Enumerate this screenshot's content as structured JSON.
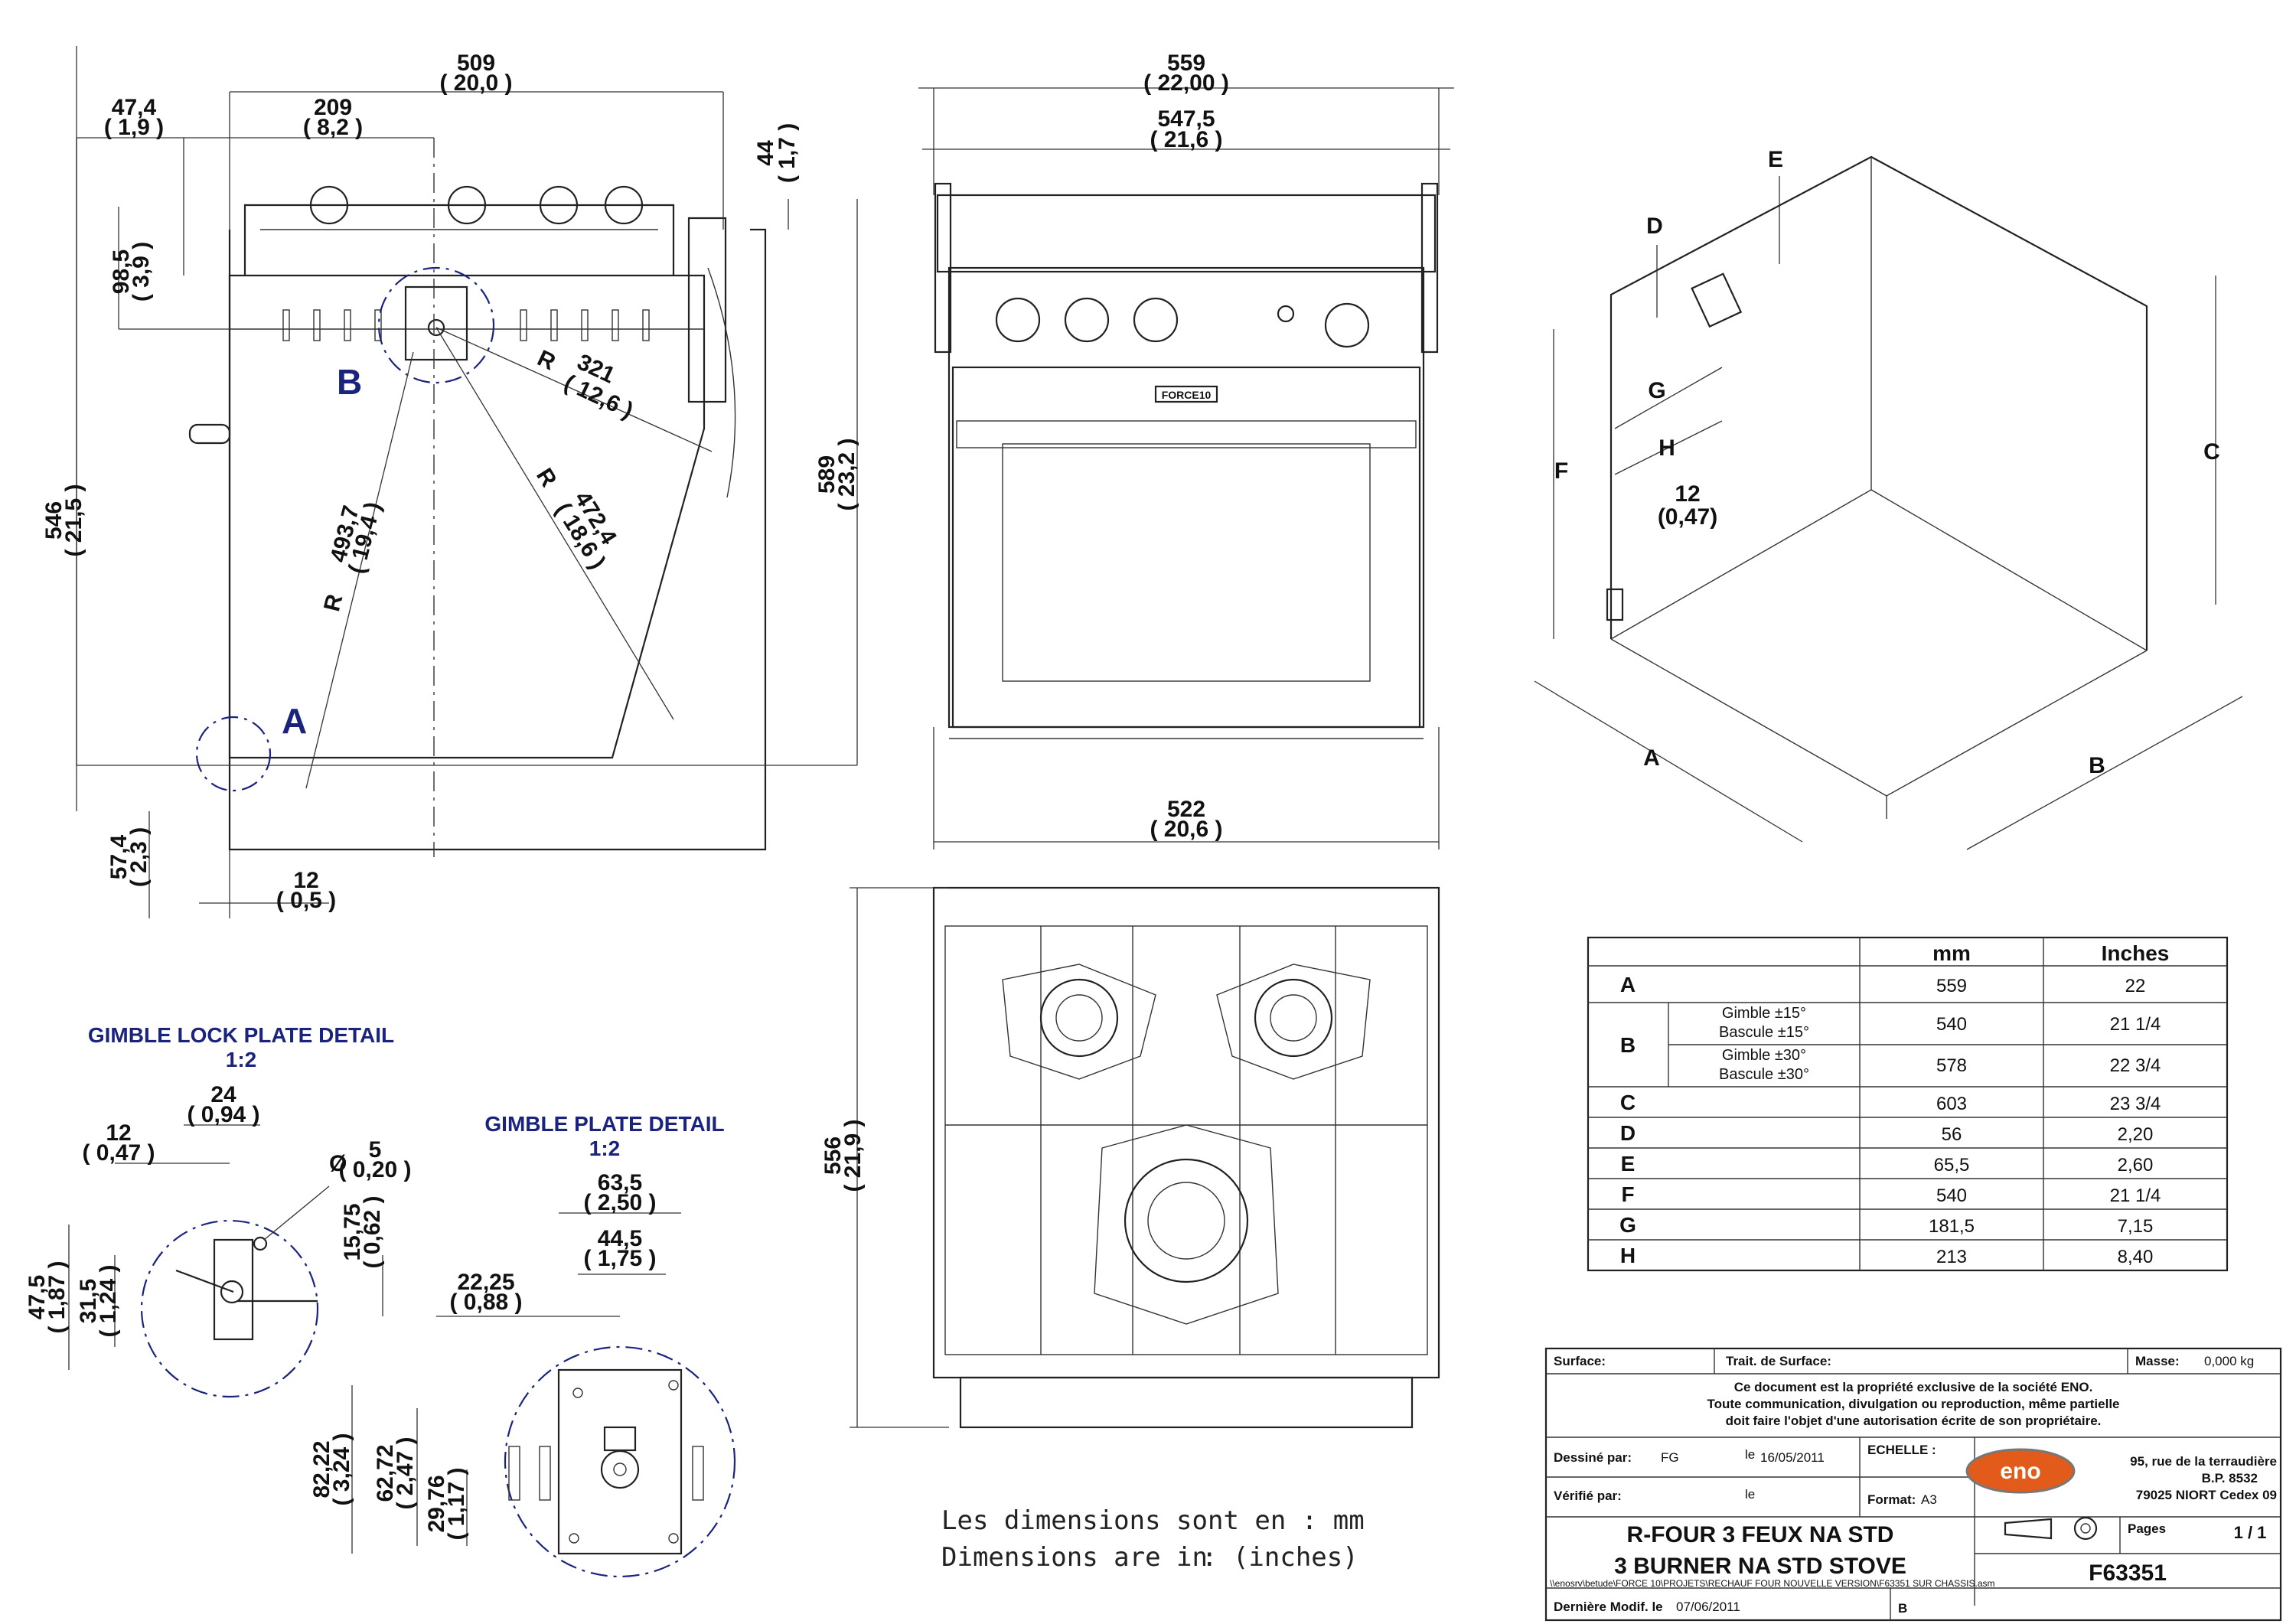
{
  "side_view": {
    "dims": {
      "overall_w": "509",
      "overall_w_in": "( 20,0 )",
      "left_off": "47,4",
      "left_off_in": "( 1,9 )",
      "mid_w": "209",
      "mid_w_in": "( 8,2 )",
      "top_h": "44",
      "top_h_in": "( 1,7 )",
      "pivot_h": "98,5",
      "pivot_h_in": "( 3,9 )",
      "total_h": "546",
      "total_h_in": "( 21,5 )",
      "right_h": "589",
      "right_h_in": "( 23,2 )",
      "bottom_h": "57,4",
      "bottom_h_in": "( 2,3 )",
      "bottom_w": "12",
      "bottom_w_in": "( 0,5 )",
      "r1": "R",
      "r1_val": "321",
      "r1_in": "( 12,6 )",
      "r2": "R",
      "r2_val": "472,4",
      "r2_in": "( 18,6 )",
      "r3": "R",
      "r3_val": "493,7",
      "r3_in": "( 19,4 )"
    },
    "marker_a": "A",
    "marker_b": "B"
  },
  "front_view": {
    "w_top": "559",
    "w_top_in": "( 22,00 )",
    "w_mid": "547,5",
    "w_mid_in": "( 21,6 )",
    "w_bot": "522",
    "w_bot_in": "( 20,6 )",
    "brand": "FORCE10"
  },
  "top_view": {
    "depth": "556",
    "depth_in": "( 21,9 )"
  },
  "iso": {
    "labels": [
      "E",
      "D",
      "G",
      "H",
      "F",
      "C",
      "A",
      "B"
    ],
    "gap_val": "12",
    "gap_in": "(0,47)"
  },
  "lock_detail": {
    "title": "GIMBLE LOCK PLATE DETAIL",
    "scale": "1:2",
    "d1": "24",
    "d1_in": "( 0,94 )",
    "d2": "12",
    "d2_in": "( 0,47 )",
    "d3_sym": "Ø",
    "d3": "5",
    "d3_in": "( 0,20 )",
    "d4": "15,75",
    "d4_in": "( 0,62 )",
    "d5": "47,5",
    "d5_in": "( 1,87 )",
    "d6": "31,5",
    "d6_in": "( 1,24 )"
  },
  "plate_detail": {
    "title": "GIMBLE PLATE DETAIL",
    "scale": "1:2",
    "d1": "63,5",
    "d1_in": "( 2,50 )",
    "d2": "44,5",
    "d2_in": "( 1,75 )",
    "d3": "22,25",
    "d3_in": "( 0,88 )",
    "d4": "82,22",
    "d4_in": "( 3,24 )",
    "d5": "62,72",
    "d5_in": "( 2,47 )",
    "d6": "29,76",
    "d6_in": "( 1,17 )"
  },
  "units_note": {
    "line1": "Les dimensions sont en : mm",
    "line2": "Dimensions are in",
    "line2_unit": ": (inches)"
  },
  "dim_table": {
    "headers": [
      "",
      "mm",
      "Inches"
    ],
    "rows": [
      {
        "key": "A",
        "sub": "",
        "mm": "559",
        "in": "22"
      },
      {
        "key": "B",
        "sub": "Gimble ±15° Bascule ±15°",
        "mm": "540",
        "in": "21 1/4"
      },
      {
        "key": "",
        "sub": "Gimble ±30° Bascule ±30°",
        "mm": "578",
        "in": "22 3/4"
      },
      {
        "key": "C",
        "sub": "",
        "mm": "603",
        "in": "23 3/4"
      },
      {
        "key": "D",
        "sub": "",
        "mm": "56",
        "in": "2,20"
      },
      {
        "key": "E",
        "sub": "",
        "mm": "65,5",
        "in": "2,60"
      },
      {
        "key": "F",
        "sub": "",
        "mm": "540",
        "in": "21 1/4"
      },
      {
        "key": "G",
        "sub": "",
        "mm": "181,5",
        "in": "7,15"
      },
      {
        "key": "H",
        "sub": "",
        "mm": "213",
        "in": "8,40"
      }
    ],
    "sub_b1_l1": "Gimble ±15°",
    "sub_b1_l2": "Bascule ±15°",
    "sub_b2_l1": "Gimble ±30°",
    "sub_b2_l2": "Bascule ±30°"
  },
  "title_block": {
    "surface": "Surface:",
    "trait": "Trait. de Surface:",
    "masse_lbl": "Masse:",
    "masse_val": "0,000 kg",
    "notice1": "Ce document est la propriété exclusive de la société ENO.",
    "notice2": "Toute communication, divulgation ou reproduction, même partielle",
    "notice3": "doit faire l'objet d'une autorisation écrite de son propriétaire.",
    "dessine_lbl": "Dessiné par:",
    "dessine_val": "FG",
    "le1_lbl": "le",
    "le1_val": "16/05/2011",
    "echelle_lbl": "ECHELLE :",
    "verifie_lbl": "Vérifié par:",
    "le2_lbl": "le",
    "format_lbl": "Format:",
    "format_val": "A3",
    "company": "eno",
    "address1": "95, rue de la terraudière",
    "address2": "B.P. 8532",
    "address3": "79025 NIORT Cedex 09",
    "title1": "R-FOUR 3 FEUX NA STD",
    "title2": "3 BURNER NA STD STOVE",
    "pages_lbl": "Pages",
    "pages_val": "1 / 1",
    "ref": "F63351",
    "path": "\\\\enosrv\\betude\\FORCE 10\\PROJETS\\RECHAUF FOUR NOUVELLE VERSION\\F63351 SUR CHASSIS.asm",
    "modif_lbl": "Dernière Modif. le",
    "modif_val": "07/06/2011",
    "rev": "B"
  }
}
